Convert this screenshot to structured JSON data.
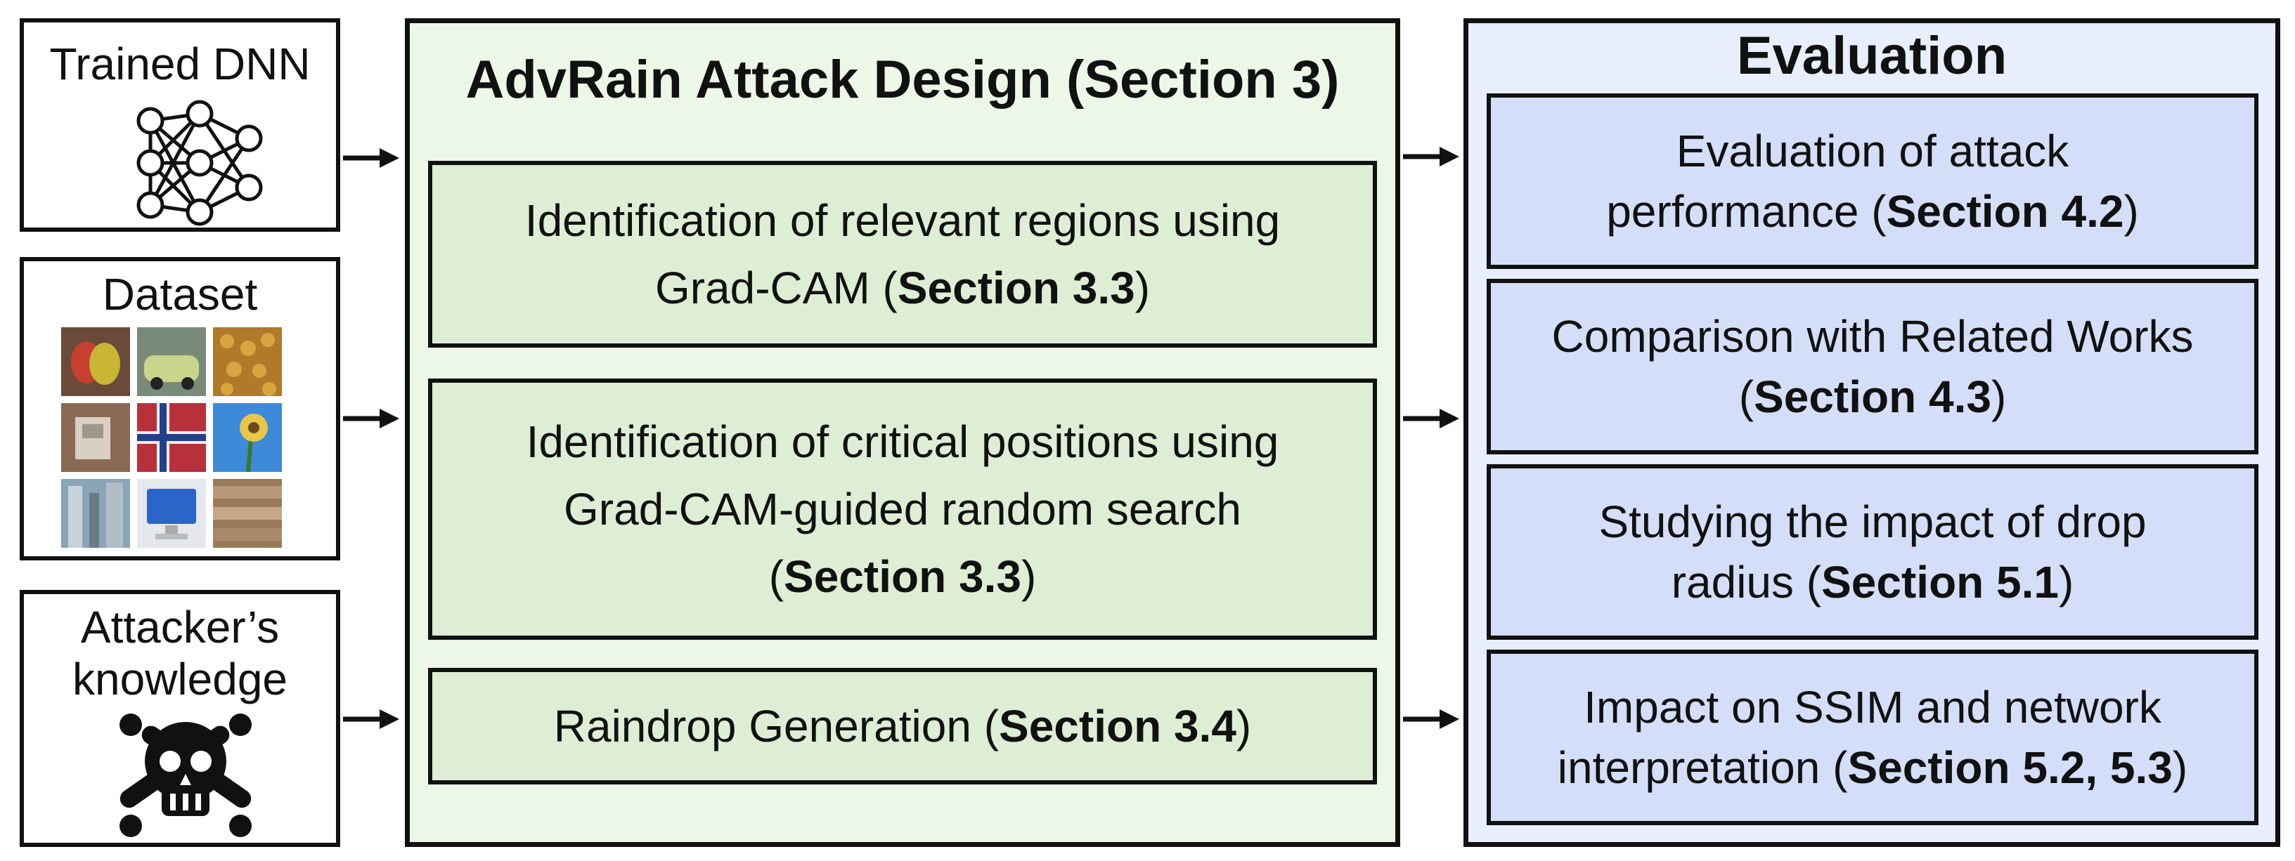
{
  "inputs": {
    "trained_dnn": "Trained DNN",
    "dataset": "Dataset",
    "attacker_line1": "Attacker’s",
    "attacker_line2": "knowledge"
  },
  "design": {
    "title": "AdvRain Attack Design (Section 3)",
    "steps": [
      {
        "line1": "Identification of relevant regions using",
        "line2_pre": "Grad-CAM (",
        "ref": "Section 3.3",
        "post": ")"
      },
      {
        "line1": "Identification of critical positions using",
        "line2": "Grad-CAM-guided random search",
        "pre": "(",
        "ref": "Section 3.3",
        "post": ")"
      },
      {
        "pre": "Raindrop Generation (",
        "ref": "Section 3.4",
        "post": ")"
      }
    ]
  },
  "evaluation": {
    "title": "Evaluation",
    "items": [
      {
        "line1": "Evaluation of attack",
        "pre": "performance (",
        "ref": "Section 4.2",
        "post": ")"
      },
      {
        "line1": "Comparison with Related Works",
        "pre": "(",
        "ref": "Section 4.3",
        "post": ")"
      },
      {
        "line1": "Studying the impact of drop",
        "pre": "radius (",
        "ref": "Section 5.1",
        "post": ")"
      },
      {
        "line1": "Impact on SSIM and network",
        "pre": "interpretation (",
        "ref": "Section 5.2, 5.3",
        "post": ")"
      }
    ]
  },
  "colors": {
    "design_panel_bg": "#edf7e8",
    "design_step_bg": "#deeed5",
    "eval_panel_bg": "#e8eefb",
    "eval_step_bg": "#d5def8",
    "border": "#111111"
  },
  "icons": [
    "neural-network-icon",
    "image-grid-icon",
    "skull-crossbones-icon",
    "arrow-right-icon"
  ]
}
